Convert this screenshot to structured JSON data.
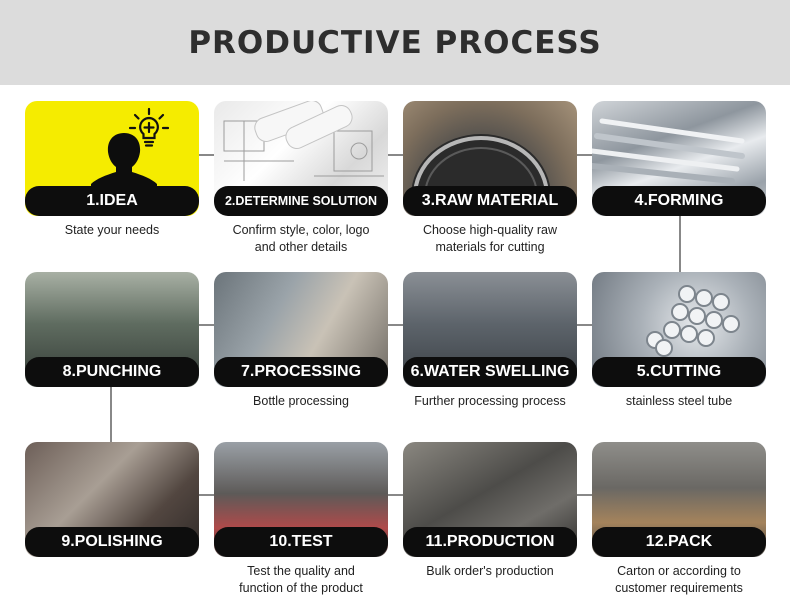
{
  "title": "PRODUCTIVE PROCESS",
  "steps": [
    {
      "id": "idea",
      "label": "1.IDEA",
      "desc": "State your needs",
      "icon": "lightbulb-icon"
    },
    {
      "id": "solution",
      "label": "2.DETERMINE SOLUTION",
      "desc": "Confirm style, color, logo\nand other details"
    },
    {
      "id": "raw-material",
      "label": "3.RAW MATERIAL",
      "desc": "Choose high-quality raw\nmaterials for cutting"
    },
    {
      "id": "forming",
      "label": "4.FORMING",
      "desc": ""
    },
    {
      "id": "cutting",
      "label": "5.CUTTING",
      "desc": "stainless steel tube"
    },
    {
      "id": "water-swelling",
      "label": "6.WATER SWELLING",
      "desc": "Further processing process"
    },
    {
      "id": "processing",
      "label": "7.PROCESSING",
      "desc": "Bottle processing"
    },
    {
      "id": "punching",
      "label": "8.PUNCHING",
      "desc": ""
    },
    {
      "id": "polishing",
      "label": "9.POLISHING",
      "desc": ""
    },
    {
      "id": "test",
      "label": "10.TEST",
      "desc": "Test the quality and\nfunction of the product"
    },
    {
      "id": "production",
      "label": "11.PRODUCTION",
      "desc": "Bulk order's production"
    },
    {
      "id": "pack",
      "label": "12.PACK",
      "desc": "Carton or according to\ncustomer requirements"
    }
  ],
  "colors": {
    "header_bg": "#dcdcdc",
    "label_bg": "#0d0d0d",
    "idea_bg": "#f5ec00",
    "connector": "#888888"
  }
}
